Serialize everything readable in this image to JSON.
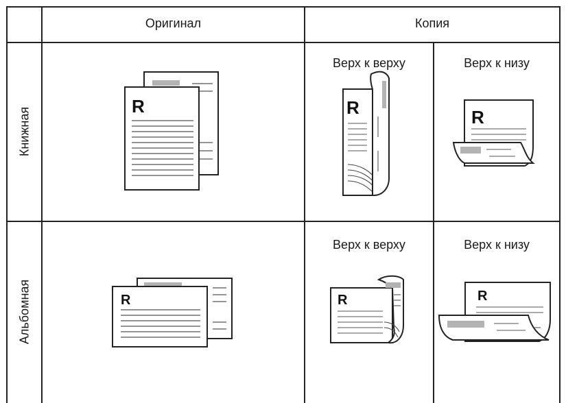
{
  "header": {
    "original": "Оригинал",
    "copy": "Копия"
  },
  "rows": {
    "portrait": {
      "label": "Книжная",
      "copy_top_to_top": "Верх к верху",
      "copy_top_to_bottom": "Верх к низу"
    },
    "landscape": {
      "label": "Альбомная",
      "copy_top_to_top": "Верх к верху",
      "copy_top_to_bottom": "Верх к низу"
    }
  },
  "page_letter": "R",
  "colors": {
    "line": "#222222",
    "gray_bar": "#b3b3b3",
    "paper": "#ffffff"
  }
}
